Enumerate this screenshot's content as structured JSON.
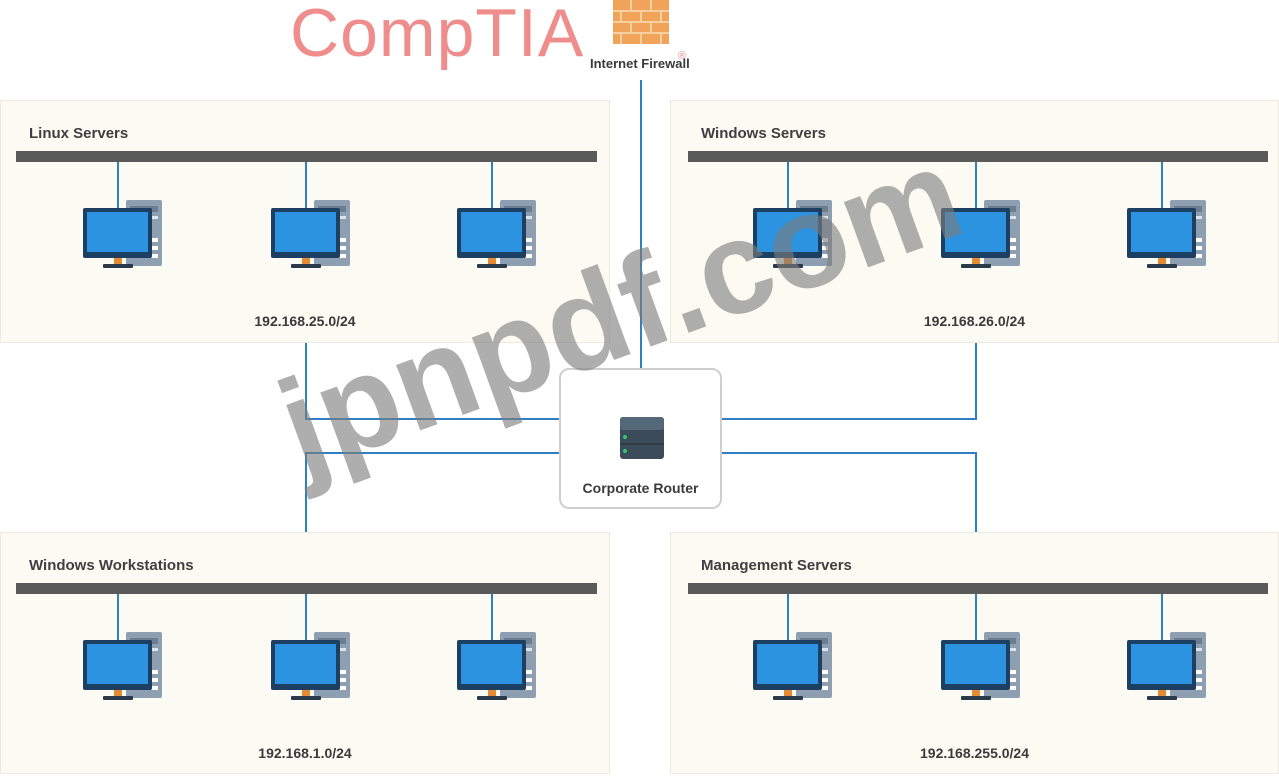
{
  "brand": {
    "logo_text": "CompTIA",
    "registered_mark": "®"
  },
  "watermark": "jpnpdf.com",
  "firewall": {
    "label": "Internet Firewall",
    "icon": "firewall-brick-icon"
  },
  "router": {
    "label": "Corporate Router",
    "icon": "router-icon"
  },
  "segments": [
    {
      "id": "linux-servers",
      "title": "Linux Servers",
      "subnet": "192.168.25.0/24",
      "hosts": 3,
      "icon": "server-computer-icon"
    },
    {
      "id": "windows-servers",
      "title": "Windows Servers",
      "subnet": "192.168.26.0/24",
      "hosts": 3,
      "icon": "server-computer-icon"
    },
    {
      "id": "windows-workstations",
      "title": "Windows Workstations",
      "subnet": "192.168.1.0/24",
      "hosts": 3,
      "icon": "workstation-computer-icon"
    },
    {
      "id": "management-servers",
      "title": "Management Servers",
      "subnet": "192.168.255.0/24",
      "hosts": 3,
      "icon": "server-computer-icon"
    }
  ],
  "colors": {
    "link": "#2f7fc3",
    "bus": "#5a5a5a",
    "monitor_screen": "#2b93e0",
    "monitor_frame": "#1d3f61",
    "tower": "#8f9fb2",
    "stand": "#e58b34",
    "router_body": "#3c4b5a",
    "logo": "#ef8c8c",
    "firewall_brick": "#f2a35a"
  }
}
